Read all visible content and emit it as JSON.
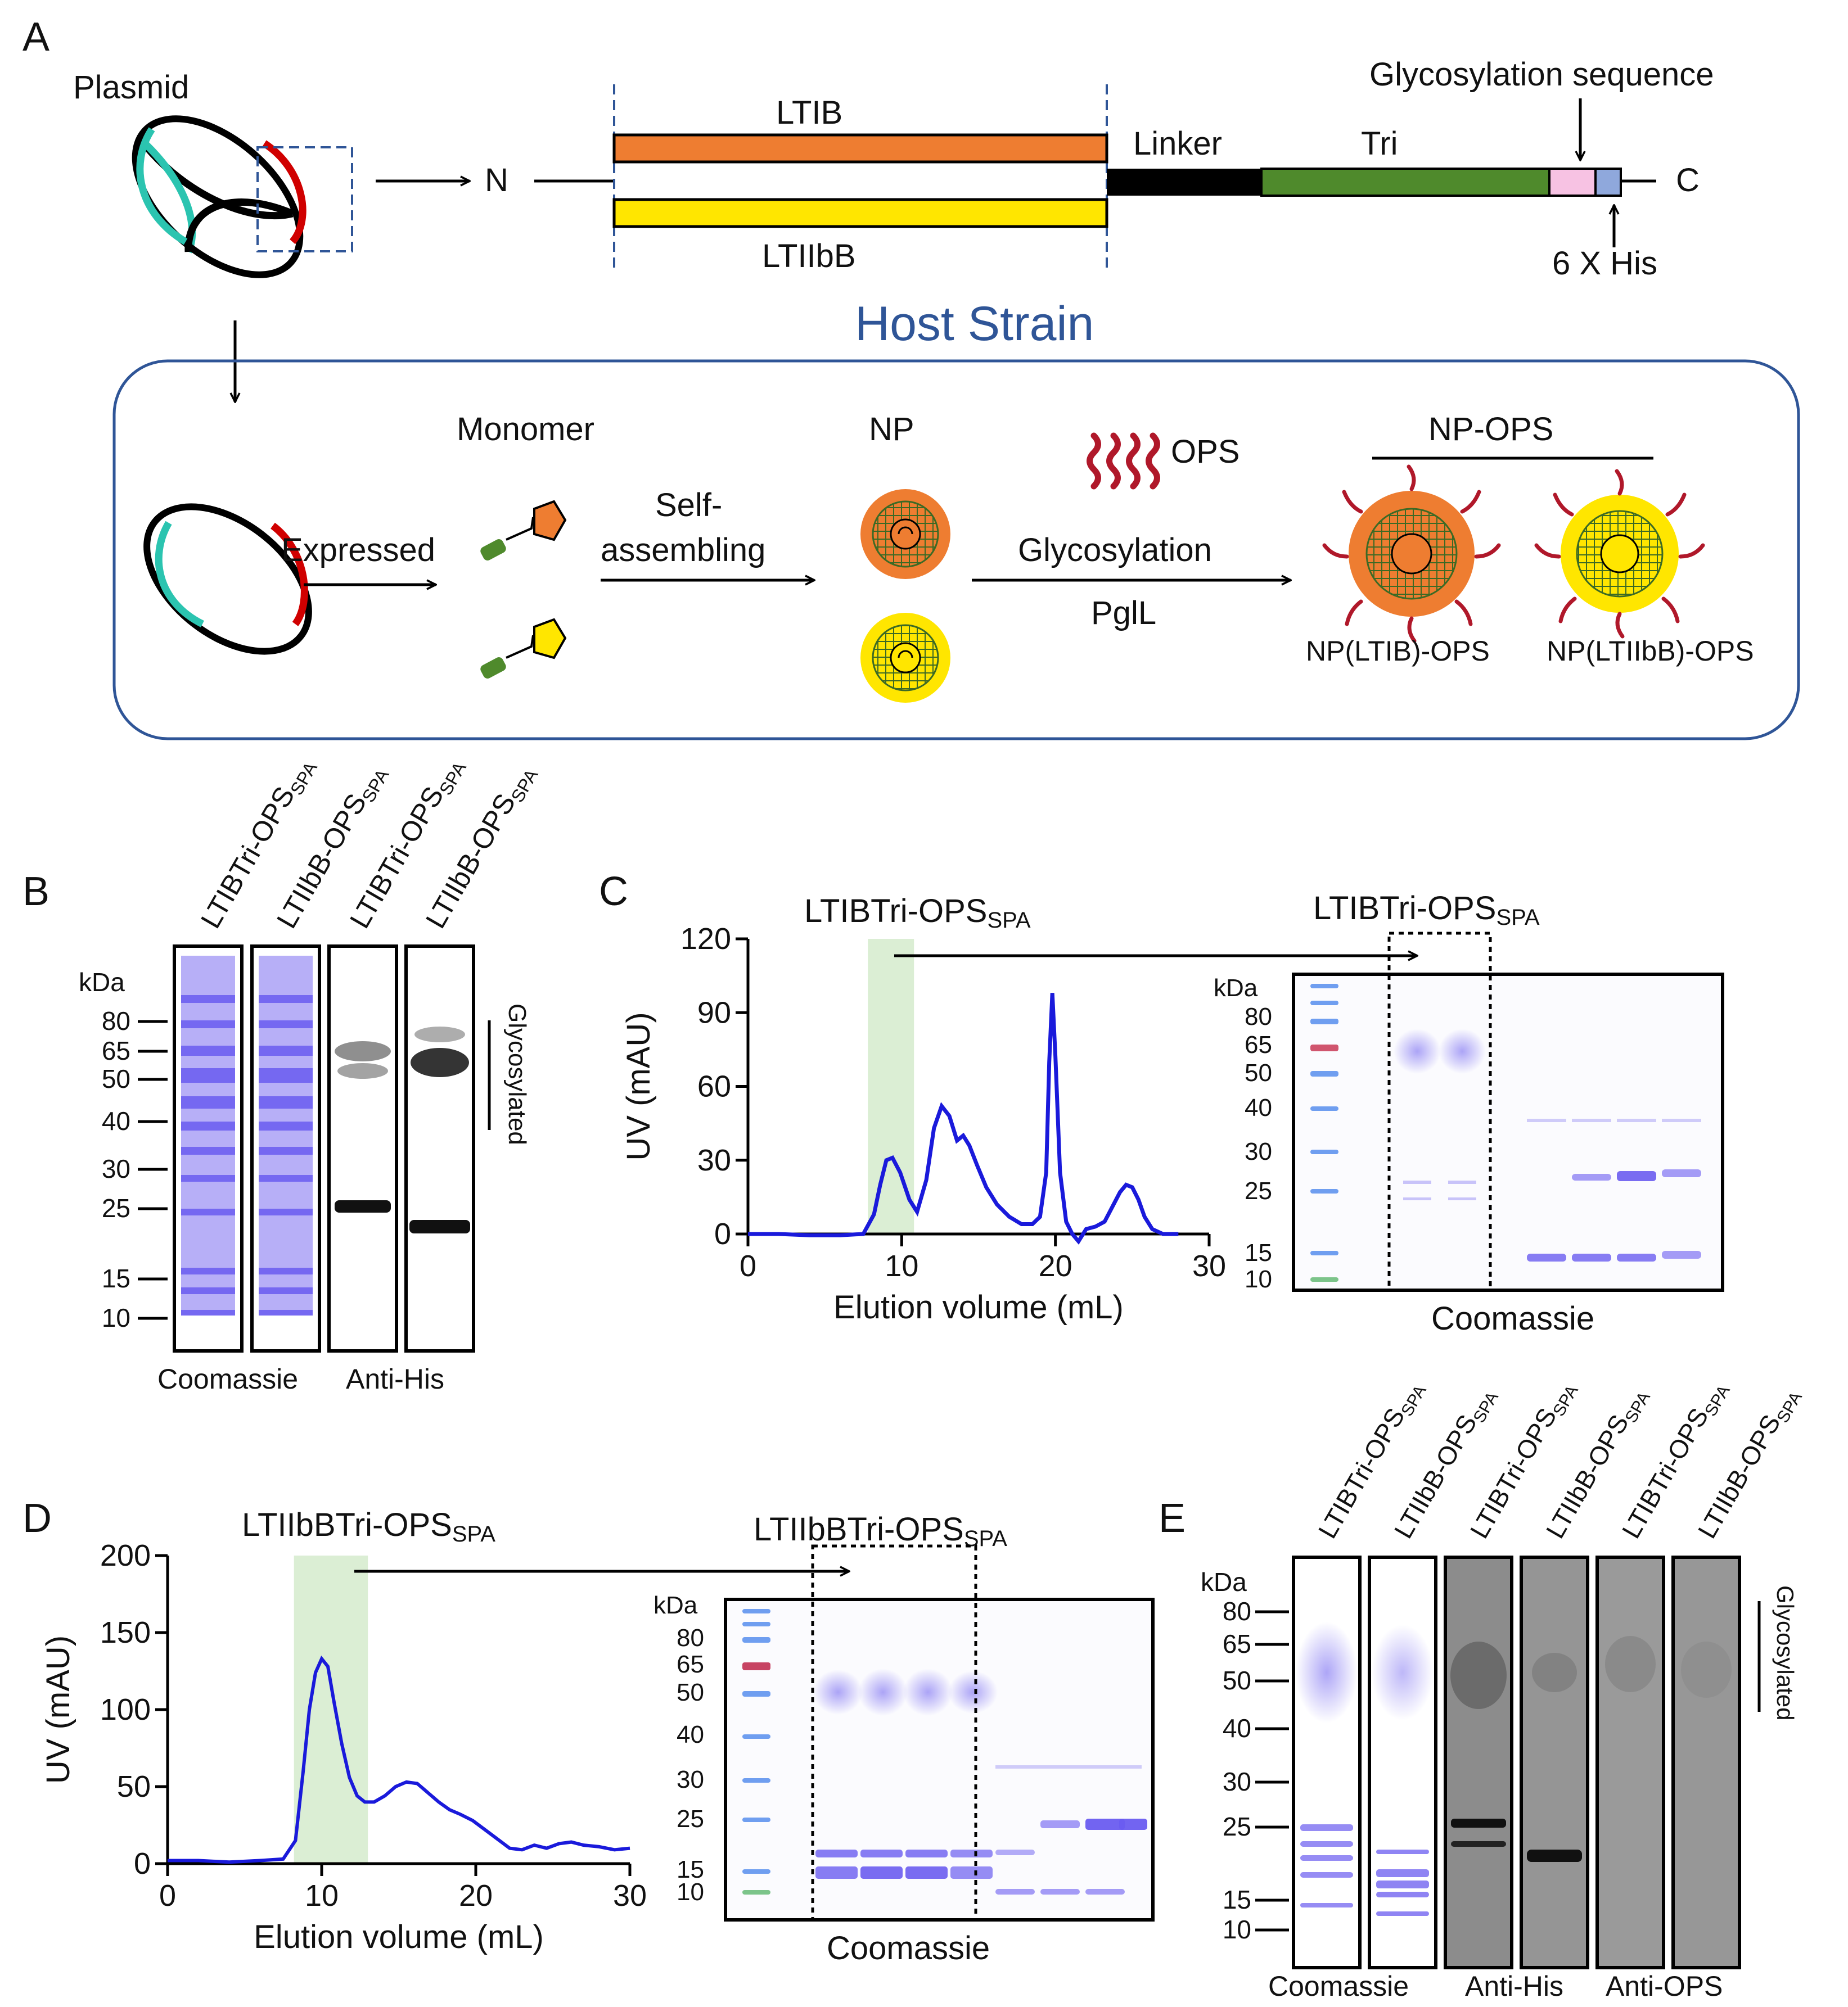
{
  "panels": {
    "a": "A",
    "b": "B",
    "c": "C",
    "d": "D",
    "e": "E"
  },
  "panel_a": {
    "plasmid": "Plasmid",
    "n_term": "N",
    "c_term": "C",
    "ltib": "LTIB",
    "ltiibb": "LTIIbB",
    "linker": "Linker",
    "tri": "Tri",
    "glyco_seq": "Glycosylation sequence",
    "his_tag": "6 X His",
    "host_strain": "Host Strain",
    "monomer": "Monomer",
    "expressed": "Expressed",
    "self_assembling_1": "Self-",
    "self_assembling_2": "assembling",
    "np": "NP",
    "ops": "OPS",
    "glycosylation": "Glycosylation",
    "pgll": "PglL",
    "np_ops": "NP-OPS",
    "np_ltib_ops": "NP(LTIB)-OPS",
    "np_ltiibb_ops": "NP(LTIIbB)-OPS"
  },
  "panel_b": {
    "lanes": [
      {
        "base": "LTIBTri-OPS",
        "sub": "SPA"
      },
      {
        "base": "LTIIbB-OPS",
        "sub": "SPA"
      },
      {
        "base": "LTIBTri-OPS",
        "sub": "SPA"
      },
      {
        "base": "LTIIbB-OPS",
        "sub": "SPA"
      }
    ],
    "kda": "kDa",
    "markers": [
      "80",
      "65",
      "50",
      "40",
      "30",
      "25",
      "15",
      "10"
    ],
    "glycosylated": "Glycosylated",
    "coomassie": "Coomassie",
    "anti_his": "Anti-His"
  },
  "panel_c": {
    "peak_label_base": "LTIBTri-OPS",
    "peak_label_sub": "SPA",
    "gel_label_base": "LTIBTri-OPS",
    "gel_label_sub": "SPA",
    "kda": "kDa",
    "markers": [
      "80",
      "65",
      "50",
      "40",
      "30",
      "25",
      "15",
      "10"
    ],
    "coomassie": "Coomassie"
  },
  "panel_d": {
    "peak_label_base": "LTIIbBTri-OPS",
    "peak_label_sub": "SPA",
    "gel_label_base": "LTIIbBTri-OPS",
    "gel_label_sub": "SPA",
    "kda": "kDa",
    "markers": [
      "80",
      "65",
      "50",
      "40",
      "30",
      "25",
      "15",
      "10"
    ],
    "coomassie": "Coomassie"
  },
  "panel_e": {
    "lanes": [
      {
        "base": "LTIBTri-OPS",
        "sub": "SPA"
      },
      {
        "base": "LTIIbB-OPS",
        "sub": "SPA"
      },
      {
        "base": "LTIBTri-OPS",
        "sub": "SPA"
      },
      {
        "base": "LTIIbB-OPS",
        "sub": "SPA"
      },
      {
        "base": "LTIBTri-OPS",
        "sub": "SPA"
      },
      {
        "base": "LTIIbB-OPS",
        "sub": "SPA"
      }
    ],
    "kda": "kDa",
    "markers": [
      "80",
      "65",
      "50",
      "40",
      "30",
      "25",
      "15",
      "10"
    ],
    "glycosylated": "Glycosylated",
    "coomassie": "Coomassie",
    "anti_his": "Anti-His",
    "anti_ops": "Anti-OPS"
  },
  "colors": {
    "ltib": "#ee7d31",
    "ltiibb": "#ffe600",
    "tri": "#4f8a2c",
    "glyco_seq": "#f7c2e3",
    "his_tag": "#8fa8dc",
    "plasmid_teal": "#2bc4b0",
    "plasmid_red": "#d00000",
    "host_box": "#2f5597",
    "trace": "#1a1adb",
    "shade": "#dbeed4",
    "coomassie": "#6a5cf0"
  },
  "chart_data": [
    {
      "type": "line",
      "panel": "C",
      "title": "",
      "xlabel": "Elution volume (mL)",
      "ylabel": "UV (mAU)",
      "xlim": [
        0,
        30
      ],
      "ylim": [
        0,
        120
      ],
      "xticks": [
        0,
        10,
        20,
        30
      ],
      "yticks": [
        0,
        30,
        60,
        90,
        120
      ],
      "shaded_range": [
        7.8,
        10.8
      ],
      "x": [
        0,
        2,
        4,
        6,
        7.5,
        8.2,
        8.6,
        9.0,
        9.4,
        9.9,
        10.5,
        11.0,
        11.6,
        12.1,
        12.6,
        13.1,
        13.6,
        14.0,
        14.4,
        14.9,
        15.5,
        16.2,
        17.0,
        17.8,
        18.5,
        19.0,
        19.4,
        19.6,
        19.8,
        20.0,
        20.3,
        20.7,
        21.1,
        21.5,
        22.0,
        22.6,
        23.2,
        23.7,
        24.2,
        24.6,
        25.0,
        25.4,
        25.8,
        26.3,
        27.0,
        28.0
      ],
      "series": [
        {
          "values": [
            0,
            0,
            -0.5,
            -0.5,
            0,
            8,
            20,
            30,
            31,
            25,
            14,
            9,
            22,
            43,
            52,
            48,
            38,
            40,
            36,
            28,
            19,
            12,
            7,
            4,
            4,
            7,
            25,
            70,
            98,
            72,
            25,
            5,
            0,
            -3,
            2,
            3,
            5,
            11,
            17,
            20,
            19,
            14,
            7,
            2,
            0,
            0
          ]
        }
      ]
    },
    {
      "type": "line",
      "panel": "D",
      "title": "",
      "xlabel": "Elution volume (mL)",
      "ylabel": "UV (mAU)",
      "xlim": [
        0,
        30
      ],
      "ylim": [
        0,
        200
      ],
      "xticks": [
        0,
        10,
        20,
        30
      ],
      "yticks": [
        0,
        50,
        100,
        150,
        200
      ],
      "shaded_range": [
        8.2,
        13.0
      ],
      "x": [
        0,
        2,
        4,
        6,
        7.5,
        8.3,
        8.8,
        9.2,
        9.6,
        10.0,
        10.4,
        10.8,
        11.3,
        11.8,
        12.3,
        12.8,
        13.4,
        14.1,
        14.8,
        15.5,
        16.2,
        16.9,
        17.6,
        18.3,
        19.0,
        19.8,
        20.6,
        21.4,
        22.2,
        23.0,
        23.8,
        24.6,
        25.4,
        26.2,
        27.0,
        28.0,
        29.0,
        30.0
      ],
      "series": [
        {
          "values": [
            2,
            2,
            1,
            2,
            3,
            15,
            60,
            100,
            124,
            133,
            128,
            105,
            78,
            56,
            44,
            40,
            40,
            44,
            50,
            53,
            52,
            46,
            40,
            35,
            32,
            28,
            22,
            16,
            10,
            9,
            12,
            10,
            13,
            14,
            12,
            11,
            9,
            10
          ]
        }
      ]
    }
  ]
}
